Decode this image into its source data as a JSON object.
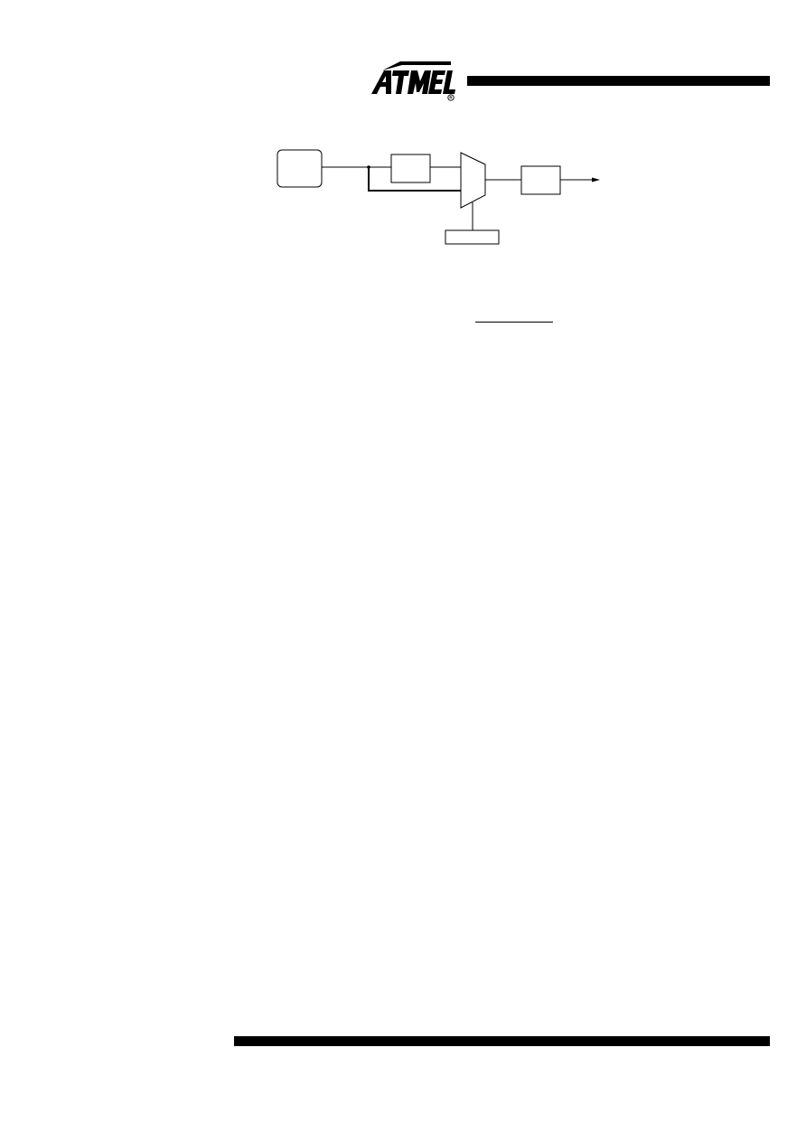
{
  "header": {
    "logo_text": "ATMEL",
    "registered_mark": "®"
  },
  "colors": {
    "ink": "#000000",
    "paper": "#ffffff"
  },
  "diagram": {
    "blocks": [
      "source-block",
      "prescaler-block",
      "multiplexer",
      "output-block",
      "select-block"
    ]
  }
}
